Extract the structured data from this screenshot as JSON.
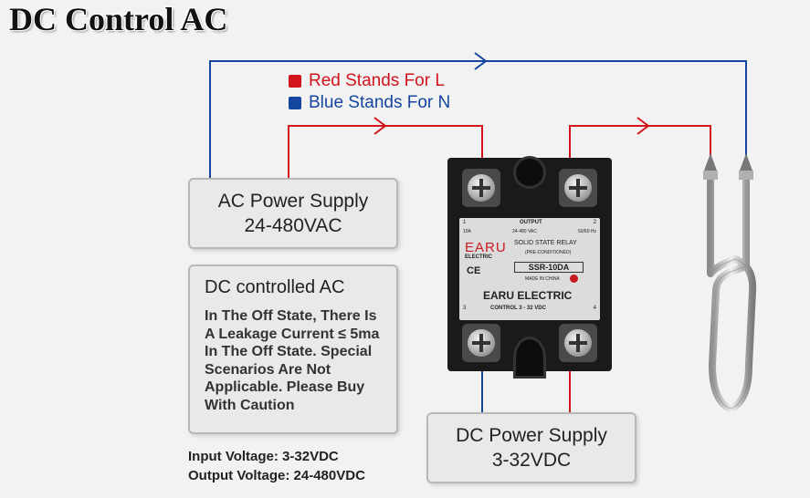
{
  "title": "DC Control AC",
  "legend": {
    "red": {
      "label": "Red Stands For L",
      "color": "#d2141c"
    },
    "blue": {
      "label": "Blue Stands For N",
      "color": "#1446a0"
    }
  },
  "ac_supply": {
    "line1": "AC Power Supply",
    "line2": "24-480VAC"
  },
  "dc_supply": {
    "line1": "DC Power Supply",
    "line2": "3-32VDC"
  },
  "note": {
    "title": "DC controlled AC",
    "body": "In The Off State, There Is A Leakage Current ≤ 5ma In The Off State. Special Scenarios Are Not Applicable. Please Buy With Caution"
  },
  "specs": {
    "input": "Input Voltage: 3-32VDC",
    "output": "Output Voltage: 24-480VDC"
  },
  "relay": {
    "brand": "EARU",
    "brand_sub": "ELECTRIC",
    "type": "SOLID STATE RELAY",
    "preconditioned": "(PRE-CONDITIONED)",
    "model": "SSR-10DA",
    "made_in": "MADE IN CHINA",
    "maker": "EARU ELECTRIC",
    "output_label": "OUTPUT",
    "current": "10A",
    "voltage": "24-480 VAC",
    "freq": "50/60 Hz",
    "control": "CONTROL 3 - 32 VDC",
    "ce": "CE",
    "term1": "1",
    "term2": "2",
    "term3": "3",
    "term4": "4"
  },
  "colors": {
    "wire_red": "#d2141c",
    "wire_blue": "#1446a0"
  }
}
